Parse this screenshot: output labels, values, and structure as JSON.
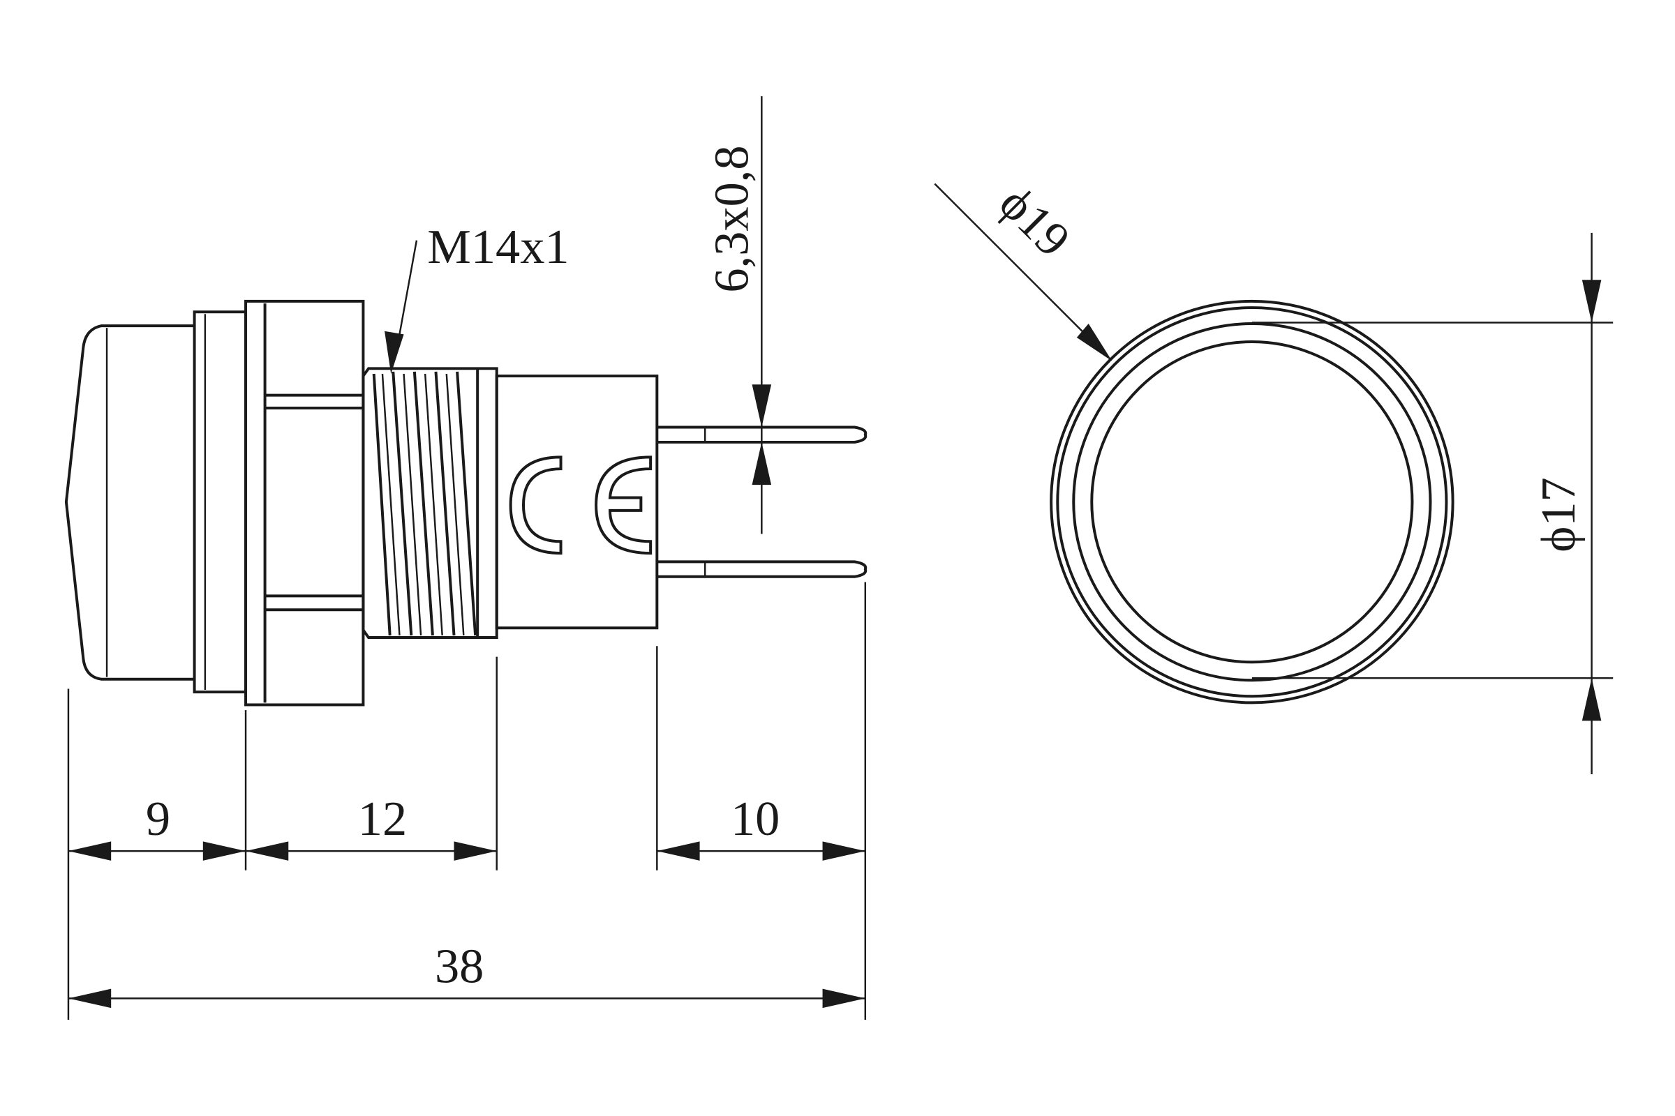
{
  "drawing": {
    "thread_label": "M14x1",
    "pin_label": "6,3x0,8",
    "outer_diameter_label": "ϕ19",
    "inner_diameter_label": "ϕ17",
    "dim_lens": "9",
    "dim_thread": "12",
    "dim_pins": "10",
    "dim_total": "38",
    "ce_mark": "CE"
  }
}
